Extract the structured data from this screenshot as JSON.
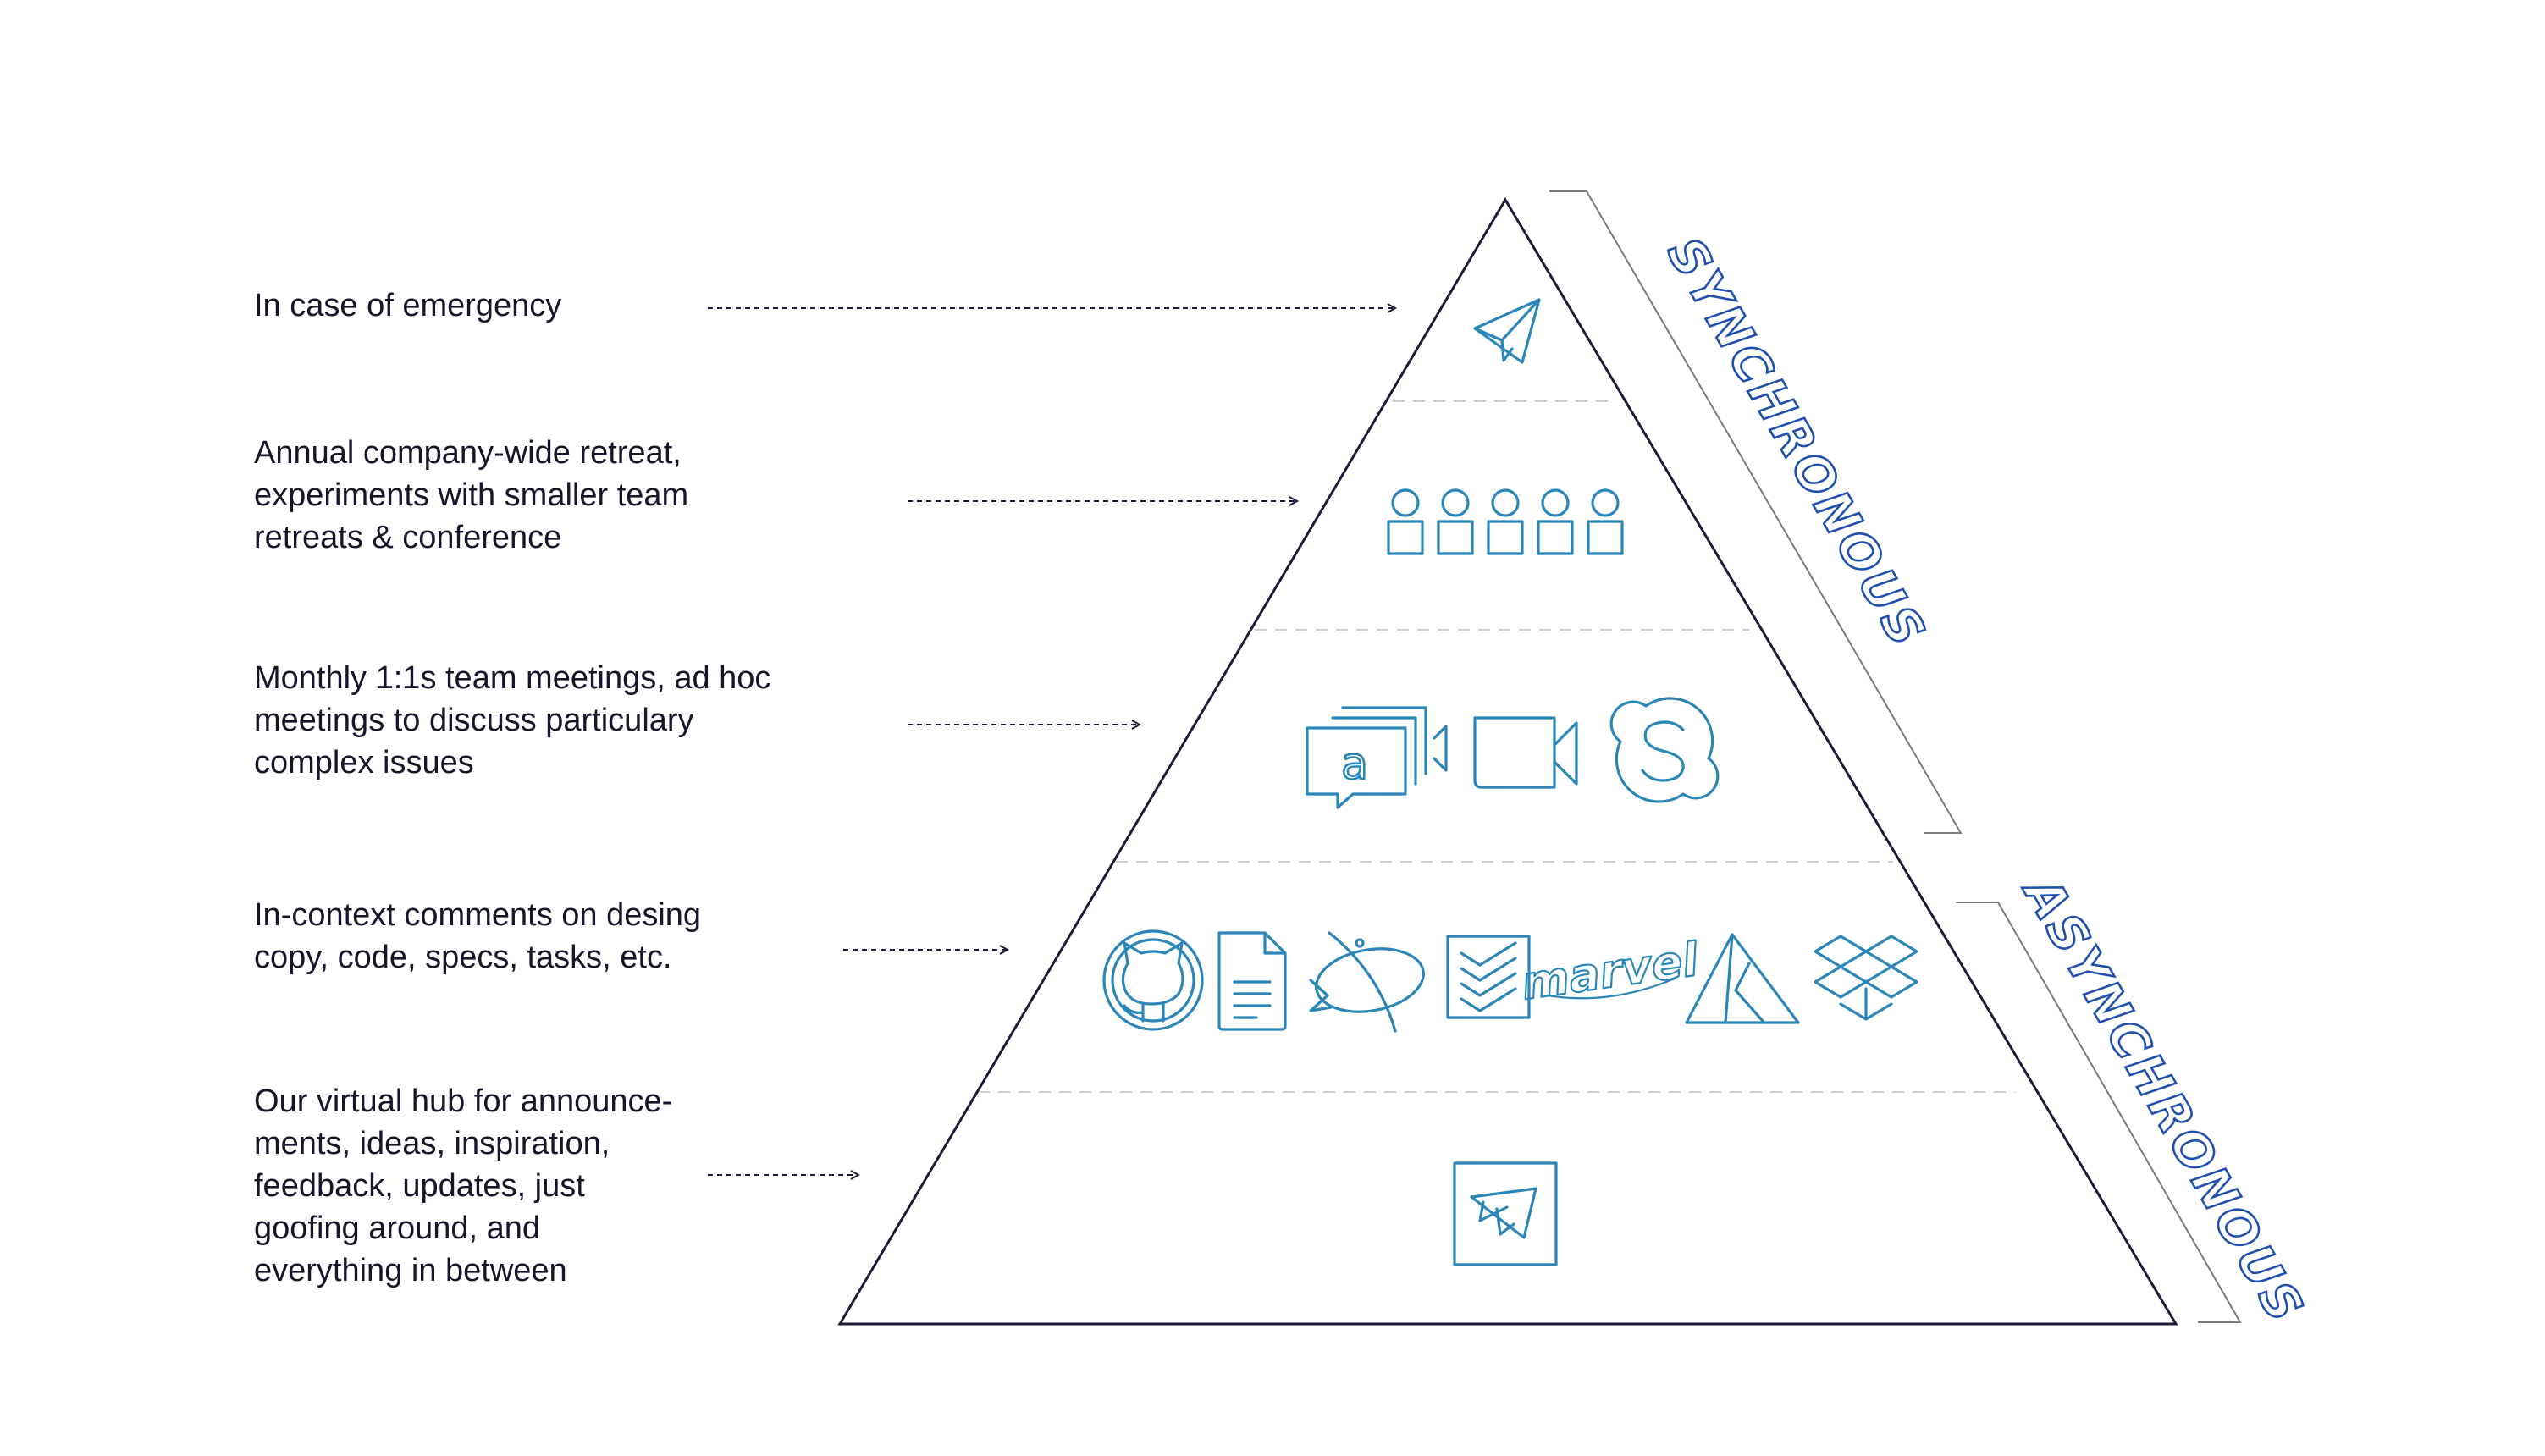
{
  "colors": {
    "outline": "#1b1b3a",
    "icon": "#2b86b8",
    "bracket_text": "#1f4fae",
    "bracket_line": "#7a7a7a",
    "divider": "#cfcfcf",
    "body_text": "#16162a"
  },
  "levels": [
    {
      "label": "In case of emergency",
      "icons": [
        "telegram-icon"
      ]
    },
    {
      "label": "Annual company-wide retreat,\nexperiments with smaller team\nretreats & conference",
      "icons": [
        "people-group-icon"
      ]
    },
    {
      "label": "Monthly 1:1s team meetings, ad hoc\nmeetings to discuss particulary\ncomplex issues",
      "icons": [
        "video-chat-icon",
        "video-camera-icon",
        "skype-icon"
      ]
    },
    {
      "label": "In-context comments on desing\ncopy, code, specs, tasks, etc.",
      "icons": [
        "github-icon",
        "google-docs-icon",
        "orbit-tool-icon",
        "todoist-icon",
        "marvel-icon",
        "azure-icon",
        "dropbox-icon"
      ]
    },
    {
      "label": "Our virtual hub for announce-\nments, ideas, inspiration,\nfeedback, updates, just\ngoofing around, and\neverything in between",
      "icons": [
        "hub-app-icon"
      ]
    }
  ],
  "brackets": {
    "synchronous": "SYNCHRONOUS",
    "asynchronous": "ASYNCHRONOUS"
  },
  "icon_texts": {
    "marvel": "marvel",
    "video_chat": "a"
  }
}
